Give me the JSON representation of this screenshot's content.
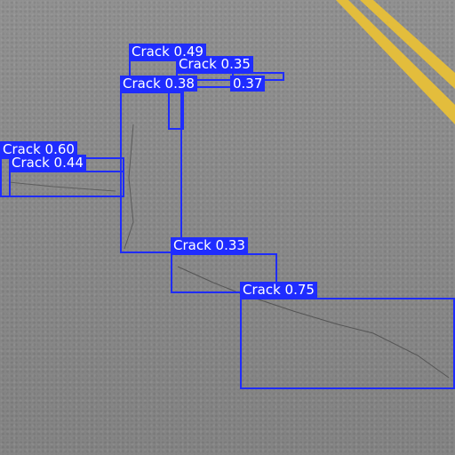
{
  "scene": {
    "description_hidden": "",
    "lane_marking_color": "#e8c13a",
    "asphalt_color": "#8a8a8a",
    "box_color": "#1f2cff"
  },
  "detections": [
    {
      "label": "Crack 0.49"
    },
    {
      "label": "Crack 0.35"
    },
    {
      "label": "Crack 0.38"
    },
    {
      "label": "0.37"
    },
    {
      "label": "Crack 0.60"
    },
    {
      "label": "Crack 0.44"
    },
    {
      "label": "Crack 0.33"
    },
    {
      "label": "Crack 0.75"
    }
  ]
}
